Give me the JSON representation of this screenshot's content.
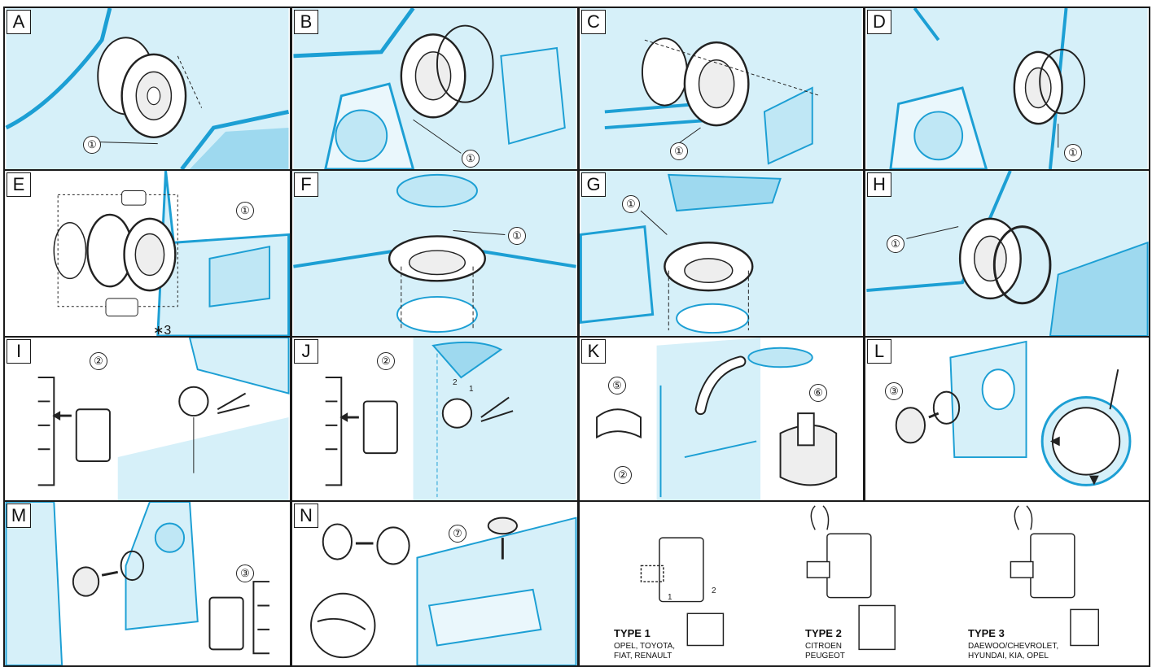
{
  "panels": [
    {
      "letter": "A",
      "callouts": [
        "①"
      ]
    },
    {
      "letter": "B",
      "callouts": [
        "①"
      ]
    },
    {
      "letter": "C",
      "callouts": [
        "①"
      ]
    },
    {
      "letter": "D",
      "callouts": [
        "①"
      ]
    },
    {
      "letter": "E",
      "callouts": [
        "①"
      ],
      "note": "∗3"
    },
    {
      "letter": "F",
      "callouts": [
        "①"
      ]
    },
    {
      "letter": "G",
      "callouts": [
        "①"
      ]
    },
    {
      "letter": "H",
      "callouts": [
        "①"
      ]
    },
    {
      "letter": "I",
      "callouts": [
        "②"
      ]
    },
    {
      "letter": "J",
      "callouts": [
        "②"
      ],
      "steps": [
        "2",
        "1"
      ]
    },
    {
      "letter": "K",
      "callouts": [
        "⑤",
        "②",
        "⑥"
      ]
    },
    {
      "letter": "L",
      "callouts": [
        "③"
      ]
    },
    {
      "letter": "M",
      "callouts": [
        "③"
      ]
    },
    {
      "letter": "N",
      "callouts": [
        "⑦"
      ]
    }
  ],
  "connectors": {
    "steps": [
      "1",
      "2"
    ],
    "types": [
      {
        "title": "TYPE 1",
        "lines": [
          "OPEL, TOYOTA,",
          "FIAT, RENAULT"
        ]
      },
      {
        "title": "TYPE 2",
        "lines": [
          "CITROEN",
          "PEUGEOT"
        ]
      },
      {
        "title": "TYPE 3",
        "lines": [
          "DAEWOO/CHEVROLET,",
          "HYUNDAI, KIA, OPEL"
        ]
      }
    ]
  },
  "colors": {
    "line": "#1c9fd4",
    "fill": "#d6f0f9",
    "ink": "#1a1a1a"
  }
}
